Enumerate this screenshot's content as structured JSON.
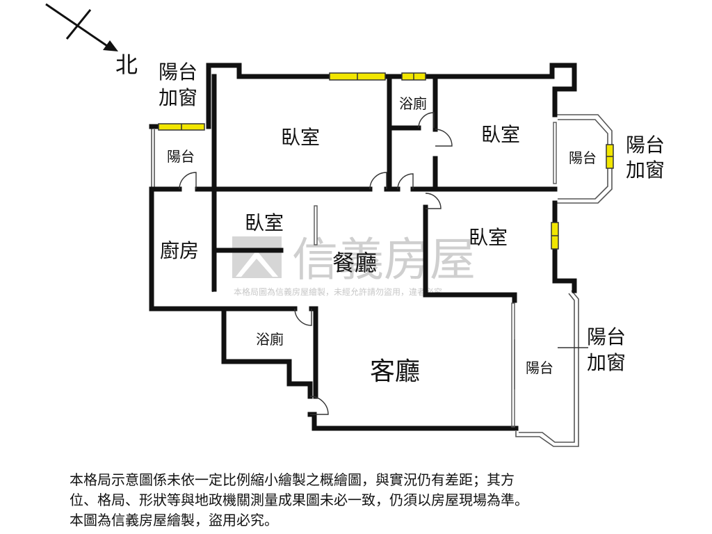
{
  "compass": {
    "label": "北"
  },
  "rooms": {
    "bedroom_nw": "臥室",
    "bedroom_ne": "臥室",
    "bedroom_mid": "臥室",
    "bedroom_e": "臥室",
    "bath_top": "浴廁",
    "bath_bottom": "浴廁",
    "kitchen": "廚房",
    "dining": "餐廳",
    "living": "客廳",
    "balcony_w": "陽台",
    "balcony_e": "陽台",
    "balcony_s": "陽台"
  },
  "callouts": {
    "balcony_window_w": [
      "陽台",
      "加窗"
    ],
    "balcony_window_e": [
      "陽台",
      "加窗"
    ],
    "balcony_window_s": [
      "陽台",
      "加窗"
    ]
  },
  "watermark": {
    "brand": "信義房屋",
    "notice": "本格局圖為信義房屋繪製，未經允許請勿盜用，違者必究"
  },
  "disclaimer": [
    "本格局示意圖係未依一定比例縮小繪製之概繪圖，與實況仍有差距；其方",
    "位、格局、形狀等與地政機關測量成果圖未必一致，仍須以房屋現場為準。",
    "本圖為信義房屋繪製，盜用必究。"
  ],
  "colors": {
    "wall": "#111111",
    "window": "#f2e600",
    "thin_wall": "#555555",
    "watermark": "#cfcfcf"
  }
}
